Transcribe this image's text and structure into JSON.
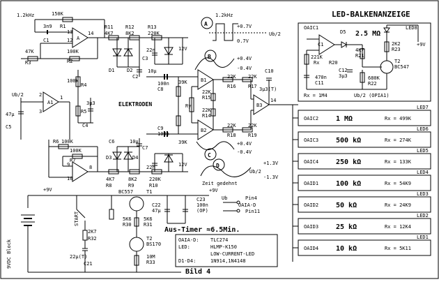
{
  "led_panel": {
    "title": "LED-BALKENANZEIGE",
    "stages": [
      {
        "opamp": "OAIC2",
        "resistance": "1 MΩ",
        "rx": "Rx = 499K",
        "led": "LED7"
      },
      {
        "opamp": "OAIC3",
        "resistance": "500 kΩ",
        "rx": "Rx = 274K",
        "led": "LED6"
      },
      {
        "opamp": "OAIC4",
        "resistance": "250 kΩ",
        "rx": "Rx = 133K",
        "led": "LED5"
      },
      {
        "opamp": "OAID1",
        "resistance": "100 kΩ",
        "rx": "Rx = 54K9",
        "led": "LED4"
      },
      {
        "opamp": "OAID2",
        "resistance": "50 kΩ",
        "rx": "Rx = 24K9",
        "led": "LED3"
      },
      {
        "opamp": "OAID3",
        "resistance": "25 kΩ",
        "rx": "Rx = 12K4",
        "led": "LED2"
      },
      {
        "opamp": "OAID4",
        "resistance": "10 kΩ",
        "rx": "Rx = 5K11",
        "led": "LED1"
      }
    ],
    "detail": {
      "opamp": "OAIC1",
      "resistance": "2.5 MΩ",
      "led": "LED8",
      "vplus": "+9V",
      "diode": "D5",
      "c1": "C1",
      "r_top": "4K7",
      "r21": "R21",
      "rx": "Rx",
      "r20": "R20",
      "r_221k": "221K",
      "c_470n": "470n",
      "c11": "C11",
      "c12": "C12",
      "c_3u3": "3μ3",
      "r_680k": "680K",
      "r22": "R22",
      "r23": "R23",
      "r_2k2": "2K2",
      "transistor": "T2",
      "bc547": "BC547",
      "rx_note": "Rx = 1M4",
      "ub_note": "Ub/2 (OPIA1)"
    }
  },
  "waveforms": {
    "a_label": "A",
    "a_freq": "1.2kHz",
    "a_high": "+0.7V",
    "a_low": "0.7V",
    "b_label": "B",
    "b_high": "+0.4V",
    "b_low": "-0.4V",
    "c_label": "C",
    "c_high": "+0.4V",
    "c_low": "-0.4V",
    "d_label": "D",
    "d_high": "+1.3V",
    "d_low": "-1.3V",
    "zeit": "Zeit gedehnt",
    "ub2": "Ub/2"
  },
  "oscillator": {
    "freq": "1.2kHz",
    "r_150k": "150K",
    "c_3n9": "3n9",
    "c1": "C1",
    "r1": "R1",
    "r_47k": "47K",
    "r_100k": "100K",
    "r2": "R2",
    "r3": "R3",
    "a_label": "A",
    "pin13": "13",
    "pin12": "12",
    "pin14": "14"
  },
  "bias": {
    "ub2": "Ub/2",
    "c_47u": "47μ",
    "c5": "C5",
    "a1": "A1",
    "r4": "R4",
    "r5": "R5",
    "r_100k": "100k",
    "c_3u3": "3μ3",
    "c4": "C4",
    "pin1": "1",
    "pin2": "2",
    "pin3": "3"
  },
  "rectifier_top": {
    "r11": "R11",
    "r12": "R12",
    "r13": "R13",
    "r_4k7": "4K7",
    "r_8k2": "8K2",
    "r_220k": "220K",
    "d1": "D1",
    "d2": "D2",
    "c2": "C2",
    "c_10u": "10μ",
    "c3": "C3",
    "c_22n": "22n",
    "zener": "12V"
  },
  "rectifier_bottom": {
    "r6": "R6",
    "r7": "R7",
    "r8": "R8",
    "r9": "R9",
    "r10": "R10",
    "r_100k": "100K",
    "r_4k7": "4K7",
    "r_8k2": "8K2",
    "r_220k": "220K",
    "d3": "D3",
    "d4": "D4",
    "c6": "C6",
    "c7": "C7",
    "c_10u": "10μ",
    "c_22n": "22n",
    "zener": "12V",
    "pin9": "9",
    "pin10": "10",
    "pin8": "8"
  },
  "electrodes": {
    "label": "ELEKTRODEN",
    "c8": "C8",
    "c9": "C9",
    "c_100n": "100n",
    "r_39k": "39K",
    "ry": "Ry",
    "r_22k": "22K",
    "r14": "R14",
    "r15": "R15",
    "r16": "R16",
    "r17": "R17",
    "r18": "R18",
    "r19": "R19",
    "c10": "C10",
    "c_3u3t": "3μ3(T)",
    "b1": "B1",
    "b2": "B2",
    "b3": "B3",
    "pin14": "14"
  },
  "power": {
    "battery": "9VDC Block",
    "vplus": "+9V",
    "t1": "T1",
    "bc557": "BC557",
    "start": "START",
    "r_2k7": "2K7",
    "r32": "R32",
    "c_22u": "22μ(T)",
    "c21": "C21",
    "r_5k6": "5K6",
    "r30": "R30",
    "r31": "R31",
    "c22": "C22",
    "c_47u": "47μ",
    "c23": "C23",
    "c_100n": "100n",
    "op": "(OP)",
    "t2": "T2",
    "bs170": "BS170",
    "r_10m": "10M",
    "r33": "R33",
    "ub": "Ub",
    "pin4": "Pin4",
    "pin11": "Pin11",
    "oaia_d": "OAIA-D",
    "timer": "Aus-Timer ≈6.5Min."
  },
  "parts_box": {
    "rows": [
      {
        "key": "OAIA-D:",
        "value": "TLC274"
      },
      {
        "key": "LED:",
        "value": "HLMP-K150"
      },
      {
        "key": "",
        "value": "LOW-CURRENT-LED"
      },
      {
        "key": "D1-D4:",
        "value": "1N914,1N4148"
      }
    ]
  },
  "caption": "Bild 4"
}
